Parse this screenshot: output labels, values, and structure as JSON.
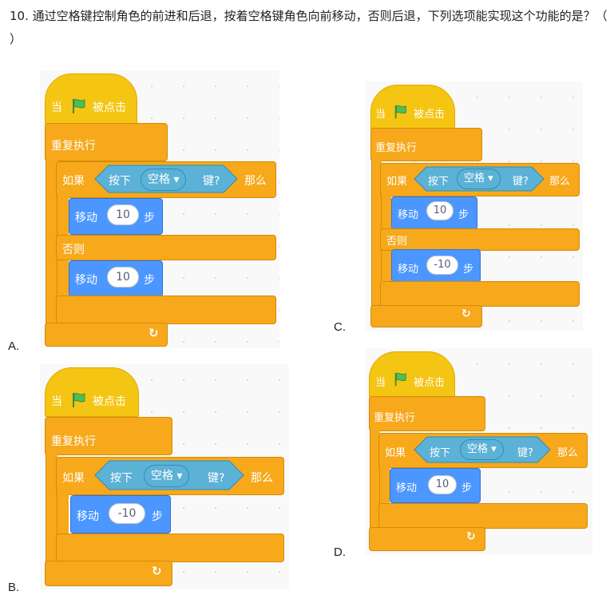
{
  "question": {
    "number": "10.",
    "text": "通过空格键控制角色的前进和后退，按着空格键角色向前移动，否则后退，下列选项能实现这个功能的是？（  ）"
  },
  "blocks": {
    "when_flag": "当",
    "clicked": "被点击",
    "forever": "重复执行",
    "if": "如果",
    "key_pressed_prefix": "按下",
    "key": "空格",
    "dropdown_arrow": "▾",
    "key_suffix": "键?",
    "then": "那么",
    "else": "否则",
    "move": "移动",
    "steps": "步",
    "repeat_arrow": "↻"
  },
  "options": {
    "A": {
      "label": "A.",
      "if_steps": "10",
      "else_steps": "10"
    },
    "B": {
      "label": "B.",
      "if_steps": "-10"
    },
    "C": {
      "label": "C.",
      "if_steps": "10",
      "else_steps": "-10"
    },
    "D": {
      "label": "D.",
      "if_steps": "10"
    }
  },
  "colors": {
    "events": "#f5c513",
    "control": "#f7a81b",
    "motion": "#4c97ff",
    "sensing": "#5cb1d6",
    "flag_green": "#4cbf56"
  }
}
